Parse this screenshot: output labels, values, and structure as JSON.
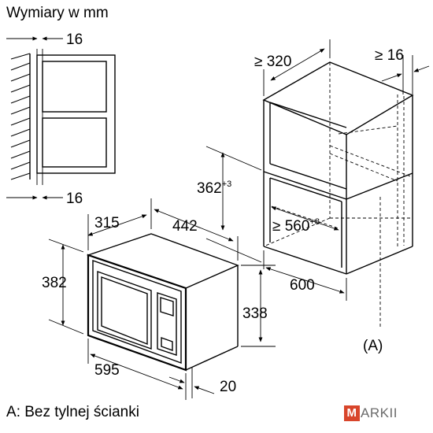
{
  "title": "Wymiary w mm",
  "footnote": {
    "label": "A",
    "text": ": Bez tylnej ścianki"
  },
  "logo": {
    "letter": "M",
    "rest": "ARKI",
    "extra": "I"
  },
  "dimensions": {
    "panel_top": "16",
    "panel_bottom": "16",
    "cabinet_depth": "≥ 320",
    "cabinet_side": "≥ 16",
    "niche_height_base": "362",
    "niche_height_tol": "+3",
    "niche_width_base": "≥ 560",
    "niche_width_tol": "+8",
    "cabinet_width": "600",
    "oven_depth": "315",
    "oven_body_width": "442",
    "oven_height": "382",
    "oven_body_height": "338",
    "oven_width": "595",
    "front_offset": "20",
    "callout_a": "(A)"
  }
}
